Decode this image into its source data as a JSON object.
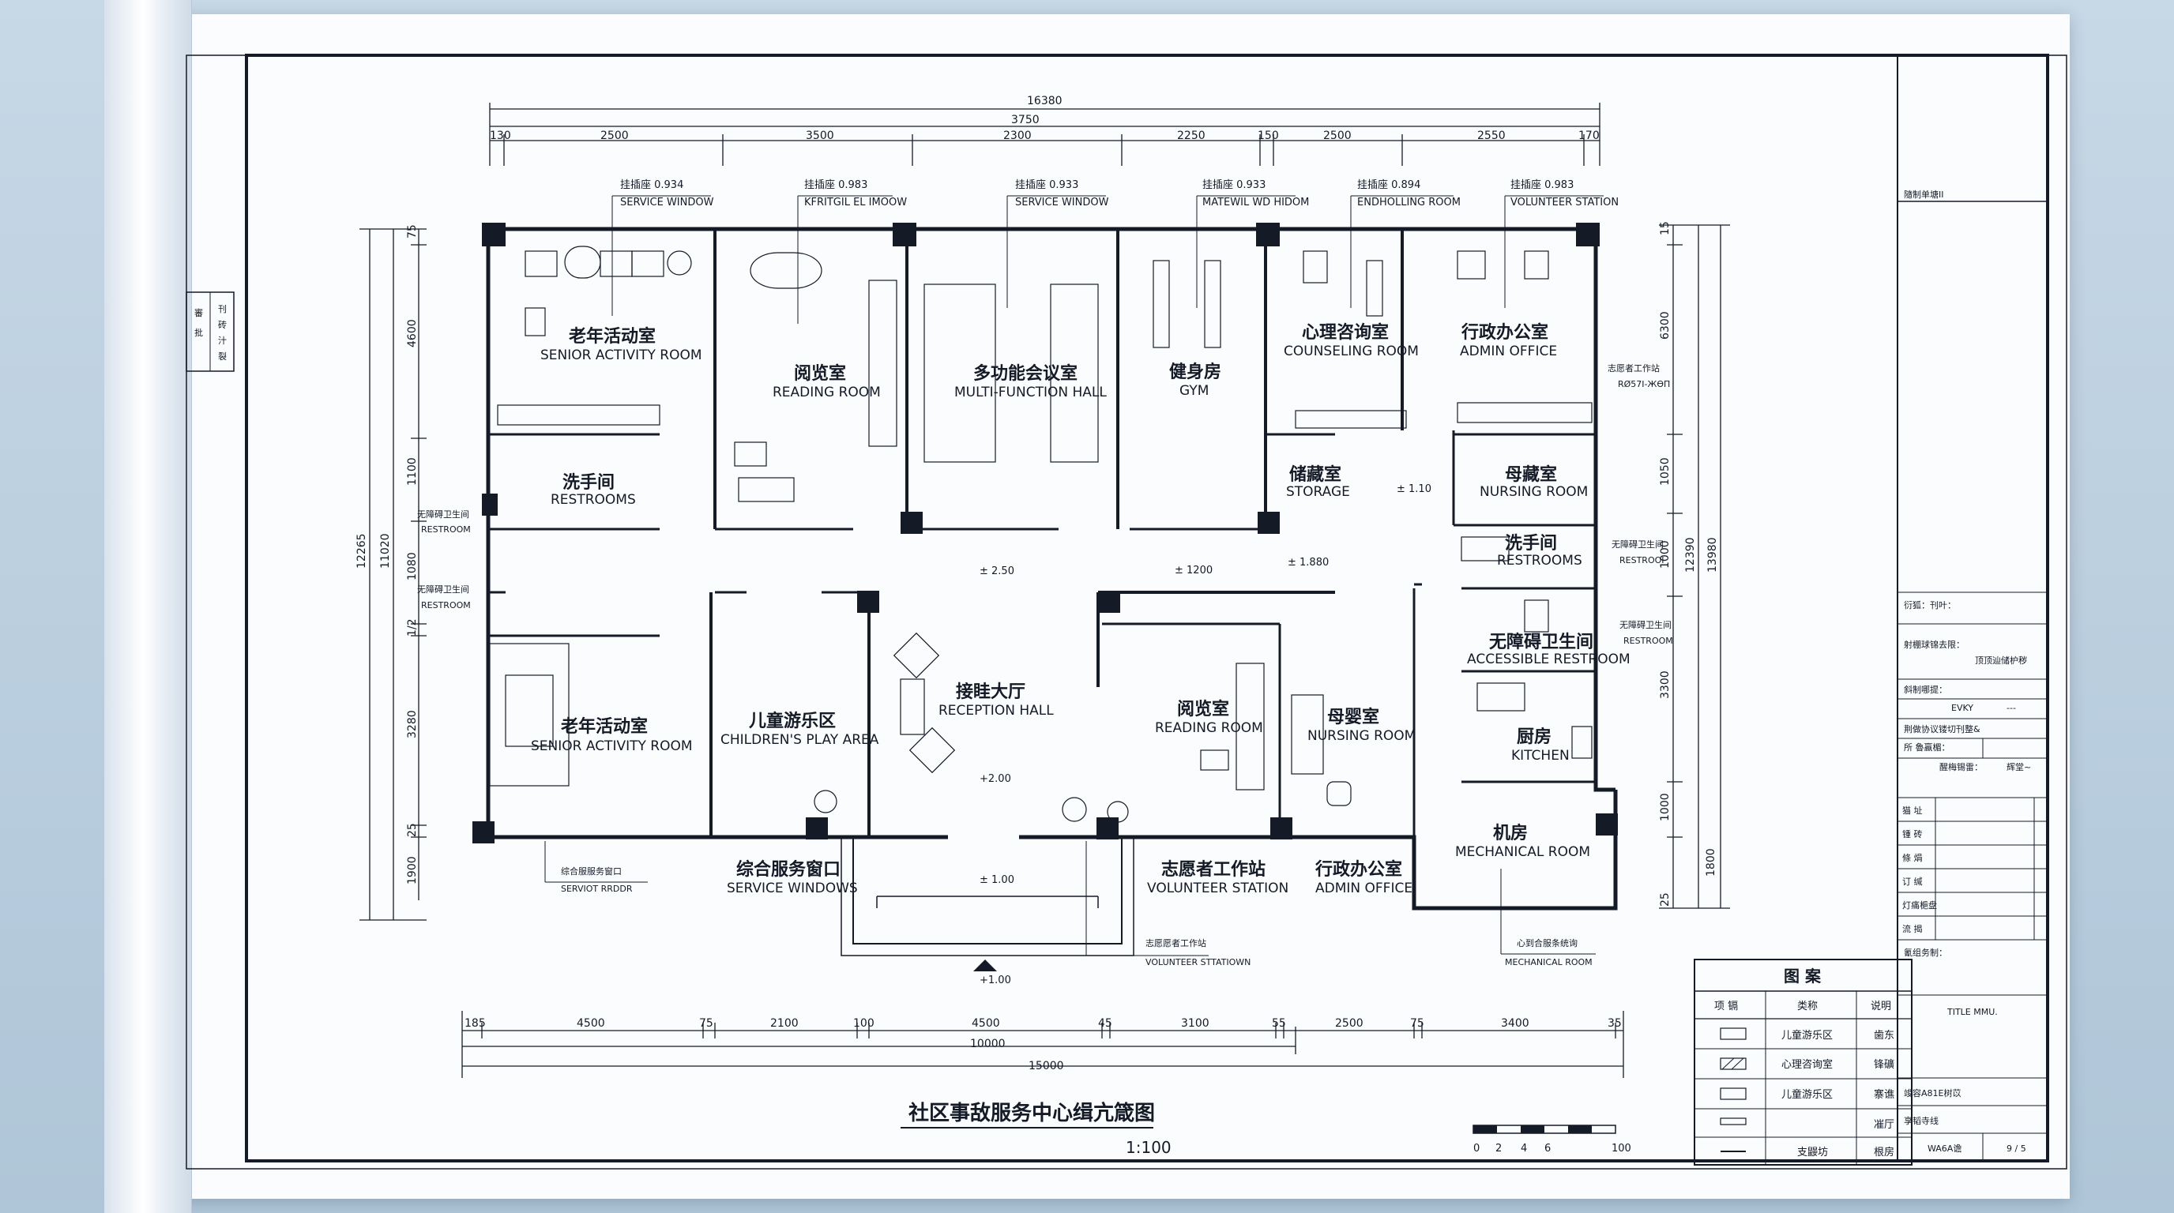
{
  "title": {
    "cn": "社区事敌服务中心缉亢箴图",
    "scale": "1:100"
  },
  "rooms": [
    {
      "id": "senior1",
      "cn": "老年活动室",
      "en": "SENIOR ACTIVITY ROOM"
    },
    {
      "id": "reading1",
      "cn": "阅览室",
      "en": "READING ROOM"
    },
    {
      "id": "multi",
      "cn": "多功能会议室",
      "en": "MULTI-FUNCTION HALL"
    },
    {
      "id": "gym",
      "cn": "健身房",
      "en": "GYM"
    },
    {
      "id": "counsel",
      "cn": "心理咨询室",
      "en": "COUNSELING ROOM"
    },
    {
      "id": "admin1",
      "cn": "行政办公室",
      "en": "ADMIN OFFICE"
    },
    {
      "id": "rest1",
      "cn": "洗手间",
      "en": "RESTROOMS"
    },
    {
      "id": "storage",
      "cn": "储藏室",
      "en": "STORAGE"
    },
    {
      "id": "nursing1",
      "cn": "母藏室",
      "en": "NURSING ROOM"
    },
    {
      "id": "rest2",
      "cn": "洗手间",
      "en": "RESTROOMS"
    },
    {
      "id": "accessible",
      "cn": "无障碍卫生间",
      "en": "ACCESSIBLE RESTROOM"
    },
    {
      "id": "senior2",
      "cn": "老年活动室",
      "en": "SENIOR ACTIVITY ROOM"
    },
    {
      "id": "children",
      "cn": "儿童游乐区",
      "en": "CHILDREN'S PLAY AREA"
    },
    {
      "id": "reception",
      "cn": "接眭大厅",
      "en": "RECEPTION HALL"
    },
    {
      "id": "reading2",
      "cn": "阅览室",
      "en": "READING ROOM"
    },
    {
      "id": "nursing2",
      "cn": "母婴室",
      "en": "NURSING ROOM"
    },
    {
      "id": "kitchen",
      "cn": "厨房",
      "en": "KITCHEN"
    },
    {
      "id": "mech",
      "cn": "机房",
      "en": "MECHANICAL ROOM"
    },
    {
      "id": "service",
      "cn": "综合服务窗口",
      "en": "SERVICE WINDOWS"
    },
    {
      "id": "volunteer",
      "cn": "志愿者工作站",
      "en": "VOLUNTEER STATION"
    },
    {
      "id": "admin2",
      "cn": "行政办公室",
      "en": "ADMIN OFFICE"
    }
  ],
  "small_labels": {
    "accessible_left1_cn": "无障碍卫生间",
    "accessible_left1_en": "RESTROOM",
    "accessible_left2_cn": "无障碍卫生间",
    "accessible_left2_en": "RESTROOM",
    "accessible_right1_cn": "无障碍卫生间",
    "accessible_right1_en": "RESTROOI",
    "accessible_right2_cn": "无障碍卫生间",
    "accessible_right2_en": "RESTROOM",
    "vol_side_cn": "志愿者工作站",
    "vol_side_en": "RØ57I-ЖӨП"
  },
  "callouts_top": [
    {
      "cn": "挂插座 0.934",
      "en": "SERVICE WINDOW"
    },
    {
      "cn": "挂插座 0.983",
      "en": "KFRITGIL EL IMOOW"
    },
    {
      "cn": "挂插座 0.933",
      "en": "SERVICE WINDOW"
    },
    {
      "cn": "挂插座 0.933",
      "en": "MATEWIL WD HIDOM"
    },
    {
      "cn": "挂插座 0.894",
      "en": "ENDHOLLING ROOM"
    },
    {
      "cn": "挂插座 0.983",
      "en": "VOLUNTEER STATION"
    }
  ],
  "callouts_bottom": [
    {
      "cn": "综合服服务窗口",
      "en": "SERVIOT RRDDR"
    },
    {
      "cn": "志愿愿者工作站",
      "en": "VOLUNTEER STTATIOWN"
    },
    {
      "cn": "心到合服条统询",
      "en": "MECHANICAL ROOM"
    }
  ],
  "levels": [
    "± 2.50",
    "± 1200",
    "± 1.880",
    "± 1.10",
    "+2.00",
    "± 1.00",
    "+1.00"
  ],
  "dims_top": {
    "overall": "16380",
    "secondary": "3750",
    "segments": [
      "130",
      "2500",
      "3500",
      "2300",
      "2250",
      "150",
      "2500",
      "2550",
      "170"
    ]
  },
  "dims_bottom": {
    "segments": [
      "185",
      "4500",
      "75",
      "2100",
      "100",
      "4500",
      "45",
      "3100",
      "55",
      "2500",
      "75",
      "3400",
      "35"
    ],
    "sub": "10000",
    "overall": "15000"
  },
  "dims_left": {
    "outer": "12265",
    "inner": "11020",
    "segs": [
      "75",
      "4600",
      "1100",
      "1080",
      "1/2",
      "3280",
      "25",
      "1900"
    ]
  },
  "dims_right": {
    "outer": "13980",
    "inner": "12390",
    "segs": [
      "15",
      "6300",
      "1050",
      "1000",
      "3300",
      "1000",
      "1800",
      "25"
    ]
  },
  "scale_bar": {
    "ticks": [
      "0",
      "2",
      "4",
      "6",
      "100"
    ]
  },
  "legend": {
    "title": "图 案",
    "headers": [
      "项 镉",
      "类称",
      "说明"
    ],
    "rows": [
      {
        "name": "儿童游乐区",
        "desc": "歯东"
      },
      {
        "name": "心理咨询室",
        "desc": "锋礦"
      },
      {
        "name": "儿童游乐区",
        "desc": "寨谯"
      },
      {
        "name": "",
        "desc": "凗厅"
      },
      {
        "name": "支鼹坊",
        "desc": "根房"
      }
    ]
  },
  "title_block": {
    "r1": "隨制单塘II",
    "r2": "衍狐：刊叶：",
    "r3": "射棚球锦去限：",
    "r3b": "顶顶辿储枦秽",
    "r4": "斜制哪提：",
    "r5": "EVKY",
    "r5b": "---",
    "r6": "荆做协议镂切刊整&",
    "r7": "所 魯蠃楣：",
    "r8a": "醒梅锡雷：",
    "r8b": "辉堂~",
    "grid": [
      "猫 址",
      "锺 砖",
      "條 焆",
      "订 缄",
      "灯痛梔盘",
      "流 揭"
    ],
    "r9": "氰组务制：",
    "r10": "TITLE MMU.",
    "r11": "竣容A81E树苡",
    "r12": "享韬寺线",
    "r13": "WA6A谵",
    "r13b": "9 / 5"
  },
  "side_strip": [
    "審",
    "批",
    "刊",
    "砖",
    "汁",
    "裂"
  ]
}
